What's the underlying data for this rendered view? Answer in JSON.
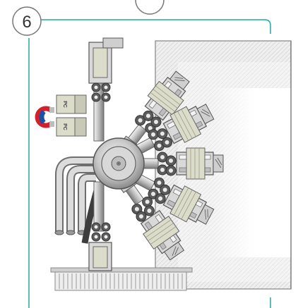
{
  "step": {
    "number": "6"
  },
  "labels": {
    "pc_top": "PC",
    "pc_bottom": "PC"
  },
  "icons": {
    "magnet": "magnet-icon",
    "hub": "central-hub-icon"
  },
  "colors": {
    "frame": "#22a9a4",
    "metal_light": "#e4e4e4",
    "metal_mid": "#b8b8b8",
    "metal_dark": "#5a5a5a",
    "chamber_fill": "#efefef",
    "accent_beige": "#dcdccb",
    "magnet_red": "#d4202a",
    "magnet_blue": "#1e4fa3"
  }
}
